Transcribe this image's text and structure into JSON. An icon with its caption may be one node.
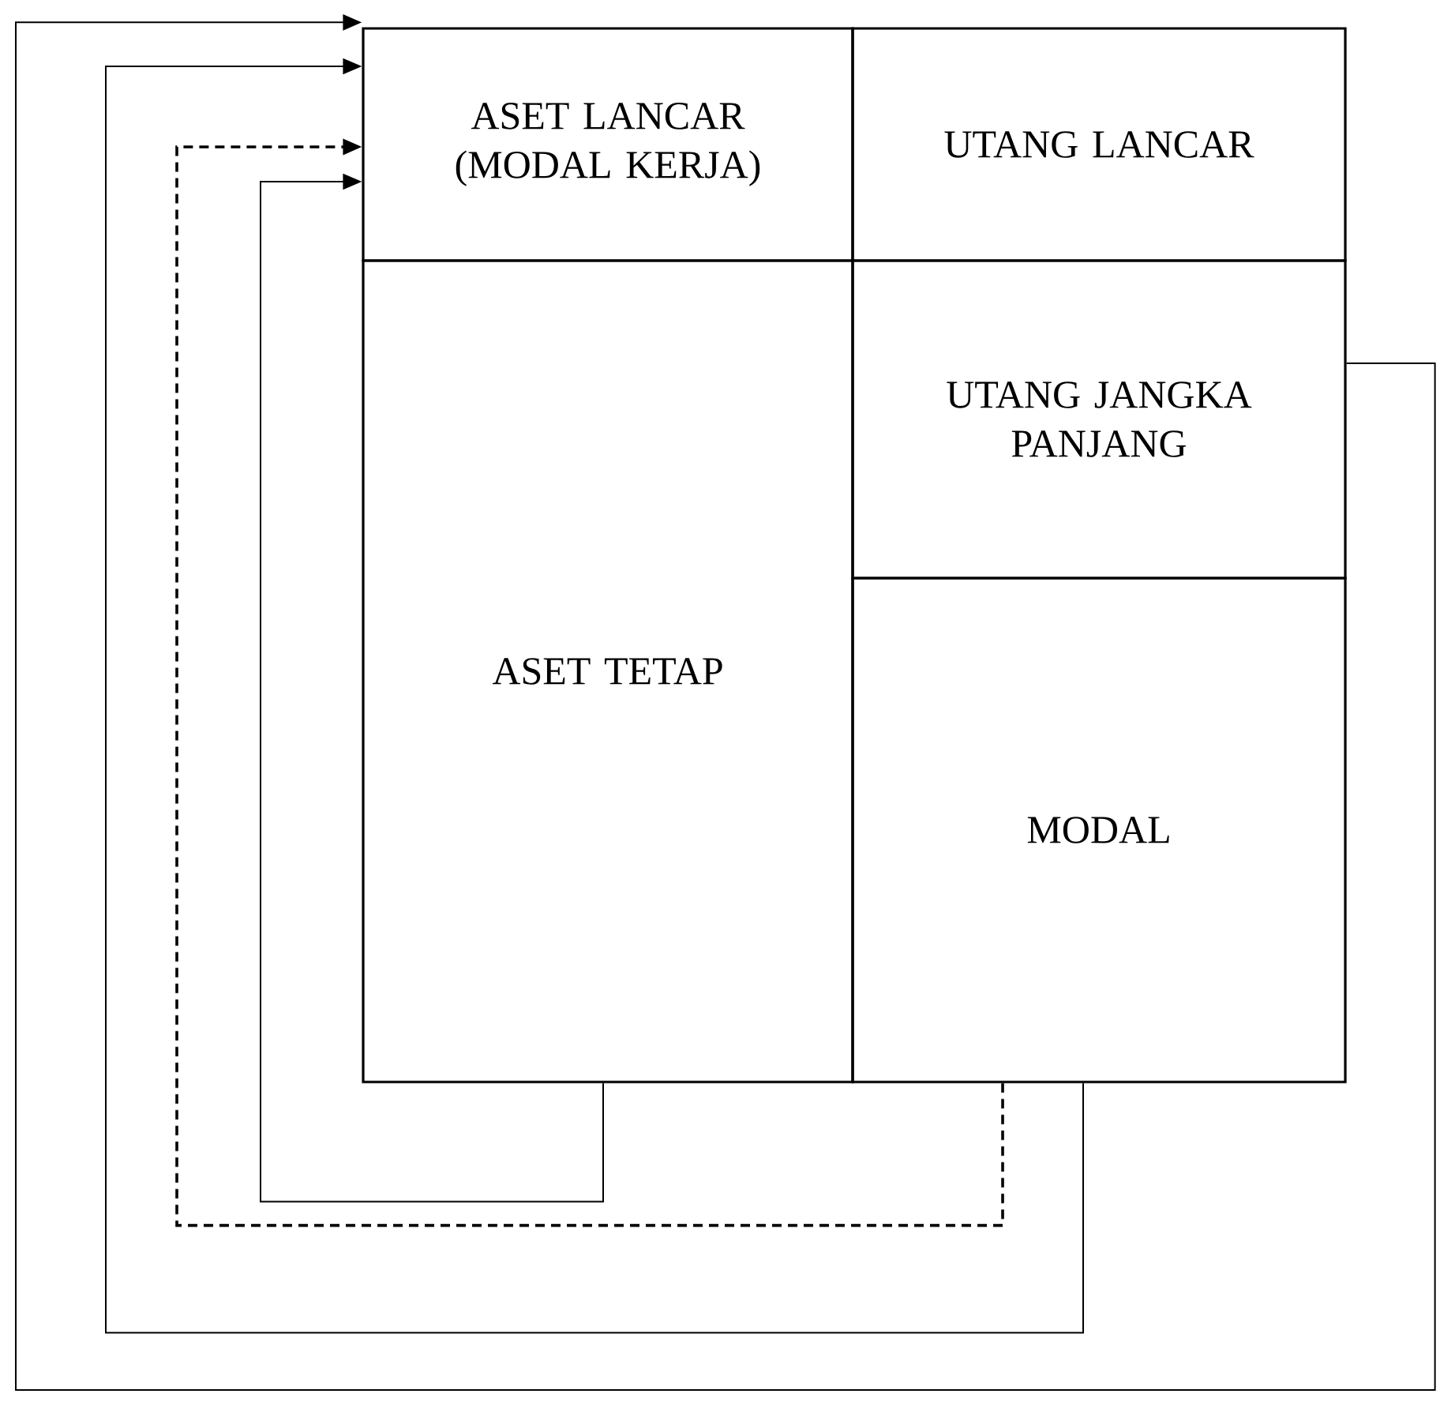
{
  "diagram": {
    "nodes": [
      {
        "text": [
          "ASET LANCAR (MODAL KERJA)"
        ]
      },
      {
        "text": [
          "UTANG LANCAR"
        ]
      },
      {
        "text": [
          "ASET TETAP"
        ]
      },
      {
        "text": [
          "UTANG JANGKA PANJANG"
        ]
      },
      {
        "text": [
          "MODAL"
        ]
      }
    ],
    "edges": [
      {
        "from": 2,
        "to": 0,
        "arrow": "to"
      },
      {
        "from": 4,
        "to": 0,
        "arrow": "to",
        "style": "dashed"
      },
      {
        "from": 4,
        "to": 0,
        "arrow": "to"
      },
      {
        "from": 3,
        "to": 0,
        "arrow": "to"
      }
    ]
  }
}
